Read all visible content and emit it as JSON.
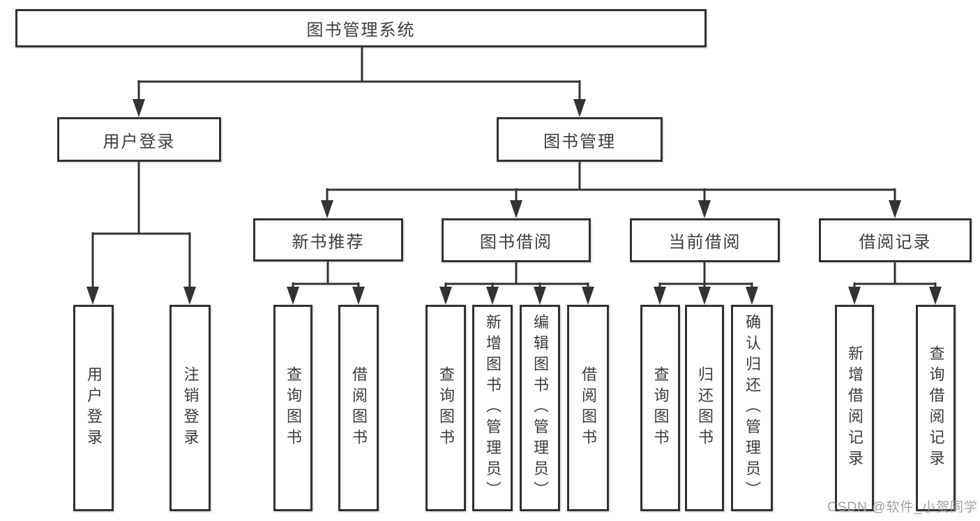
{
  "diagram": {
    "type": "hierarchy",
    "root": {
      "label": "图书管理系统"
    },
    "level2": [
      {
        "id": "user-login",
        "label": "用户登录"
      },
      {
        "id": "book-management",
        "label": "图书管理"
      }
    ],
    "level3": [
      {
        "id": "new-book-recommend",
        "label": "新书推荐",
        "parent": "book-management"
      },
      {
        "id": "book-borrowing",
        "label": "图书借阅",
        "parent": "book-management"
      },
      {
        "id": "current-borrowing",
        "label": "当前借阅",
        "parent": "book-management"
      },
      {
        "id": "borrowing-records",
        "label": "借阅记录",
        "parent": "book-management"
      }
    ],
    "leaves": [
      {
        "id": "user-login-leaf",
        "label": "用户登录",
        "parent": "user-login"
      },
      {
        "id": "logout",
        "label": "注销登录",
        "parent": "user-login"
      },
      {
        "id": "query-books-recommend",
        "label": "查询图书",
        "parent": "new-book-recommend"
      },
      {
        "id": "borrow-books-recommend",
        "label": "借阅图书",
        "parent": "new-book-recommend"
      },
      {
        "id": "query-books-borrowing",
        "label": "查询图书",
        "parent": "book-borrowing"
      },
      {
        "id": "add-books-admin",
        "label": "新增图书（管理员）",
        "parent": "book-borrowing"
      },
      {
        "id": "edit-books-admin",
        "label": "编辑图书（管理员）",
        "parent": "book-borrowing"
      },
      {
        "id": "borrow-books-borrowing",
        "label": "借阅图书",
        "parent": "book-borrowing"
      },
      {
        "id": "query-books-current",
        "label": "查询图书",
        "parent": "current-borrowing"
      },
      {
        "id": "return-books",
        "label": "归还图书",
        "parent": "current-borrowing"
      },
      {
        "id": "confirm-return-admin",
        "label": "确认归还（管理员）",
        "parent": "current-borrowing"
      },
      {
        "id": "add-borrow-record",
        "label": "新增借阅记录",
        "parent": "borrowing-records"
      },
      {
        "id": "query-borrow-record",
        "label": "查询借阅记录",
        "parent": "borrowing-records"
      }
    ],
    "watermark": "CSDN @软件_小贺同学",
    "colors": {
      "line": "#333333",
      "border": "#313131",
      "text": "#3c3c3c",
      "background": "#ffffff",
      "watermark": "#98989e"
    }
  }
}
